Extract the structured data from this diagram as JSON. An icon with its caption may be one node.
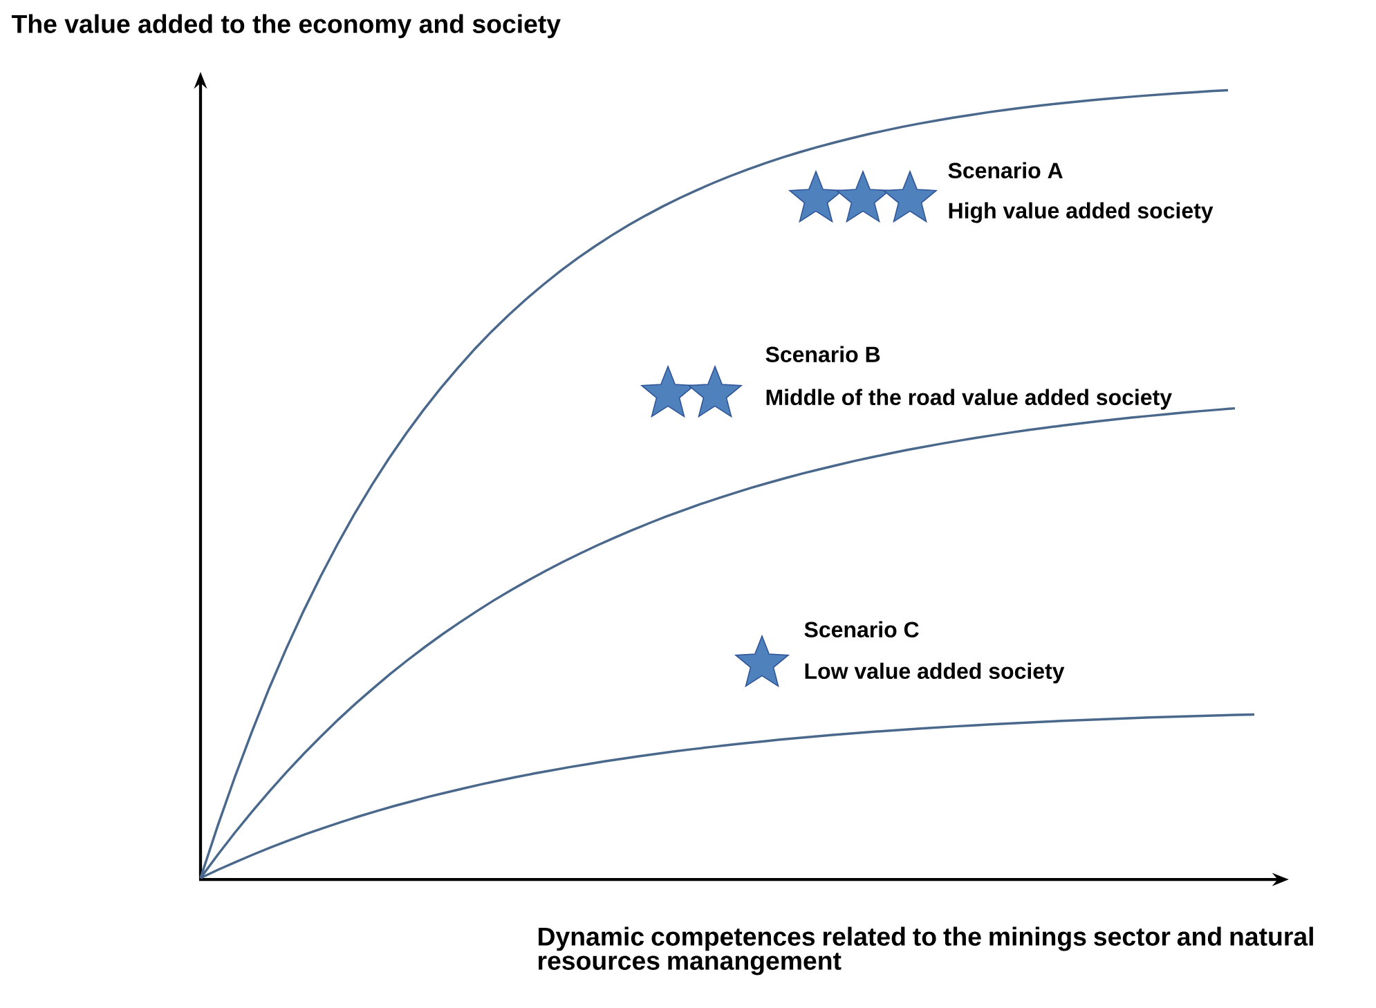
{
  "diagram": {
    "labels": [
      "The value added to the economy and society",
      "Scenario A",
      "High value added society",
      "Scenario B",
      "Middle of the road value added society",
      "Scenario C",
      "Low value added society",
      "Dynamic competences related to the minings sector and natural resources manangement"
    ]
  }
}
